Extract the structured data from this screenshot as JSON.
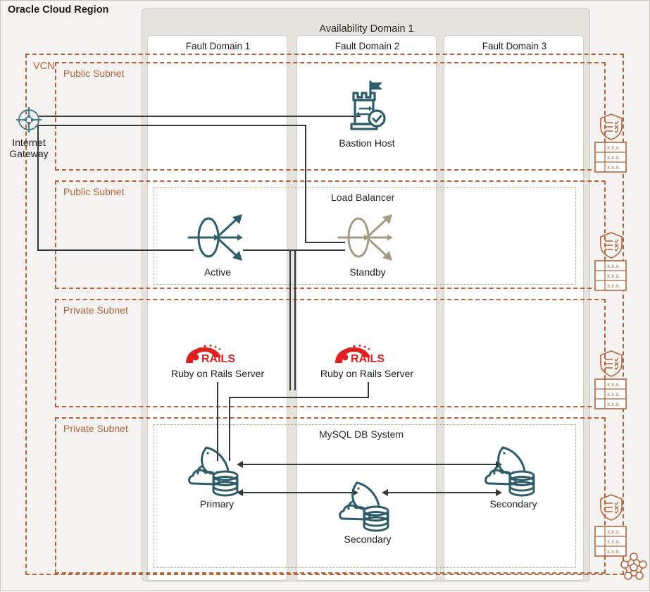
{
  "region": {
    "title": "Oracle Cloud Region"
  },
  "availability_domain": {
    "title": "Availability Domain 1"
  },
  "fault_domains": [
    {
      "label": "Fault Domain 1"
    },
    {
      "label": "Fault Domain 2"
    },
    {
      "label": "Fault Domain 3"
    }
  ],
  "vcn": {
    "label": "VCN"
  },
  "subnets": [
    {
      "label": "Public Subnet"
    },
    {
      "label": "Public Subnet"
    },
    {
      "label": "Private Subnet"
    },
    {
      "label": "Private Subnet"
    }
  ],
  "groups": {
    "load_balancer": {
      "title": "Load Balancer"
    },
    "mysql": {
      "title": "MySQL DB System"
    }
  },
  "nodes": {
    "internet_gateway": {
      "label_line1": "Internet",
      "label_line2": "Gateway",
      "icon": "internet-gateway-icon"
    },
    "bastion": {
      "label": "Bastion Host",
      "icon": "bastion-host-icon"
    },
    "lb_active": {
      "label": "Active",
      "icon": "load-balancer-icon"
    },
    "lb_standby": {
      "label": "Standby",
      "icon": "load-balancer-icon"
    },
    "rails_fd1": {
      "label": "Ruby on Rails Server",
      "icon": "rails-logo-icon",
      "wordmark": "RAILS"
    },
    "rails_fd2": {
      "label": "Ruby on Rails Server",
      "icon": "rails-logo-icon",
      "wordmark": "RAILS"
    },
    "db_primary": {
      "label": "Primary",
      "icon": "mysql-db-icon"
    },
    "db_secondary_fd2": {
      "label": "Secondary",
      "icon": "mysql-db-icon"
    },
    "db_secondary_fd3": {
      "label": "Secondary",
      "icon": "mysql-db-icon"
    }
  },
  "security_artifacts": {
    "security_list_icon": "shield-checklist-icon",
    "route_table_icon": "route-table-icon",
    "route_entry": "x.x.x.",
    "network_mesh_icon": "network-mesh-icon",
    "count": 4
  },
  "colors": {
    "region_bg": "#f4f3f1",
    "ad_bg": "#e6e3de",
    "fd_bg": "#ffffff",
    "vcn_border": "#b4643a",
    "subnet_border": "#b4643a",
    "subnet_label": "#b4643a",
    "teal": "#2e5c6b",
    "tan": "#a39d86",
    "rails_red": "#e02020",
    "wire": "#33383b",
    "group_dotted": "#a8a6a1"
  }
}
